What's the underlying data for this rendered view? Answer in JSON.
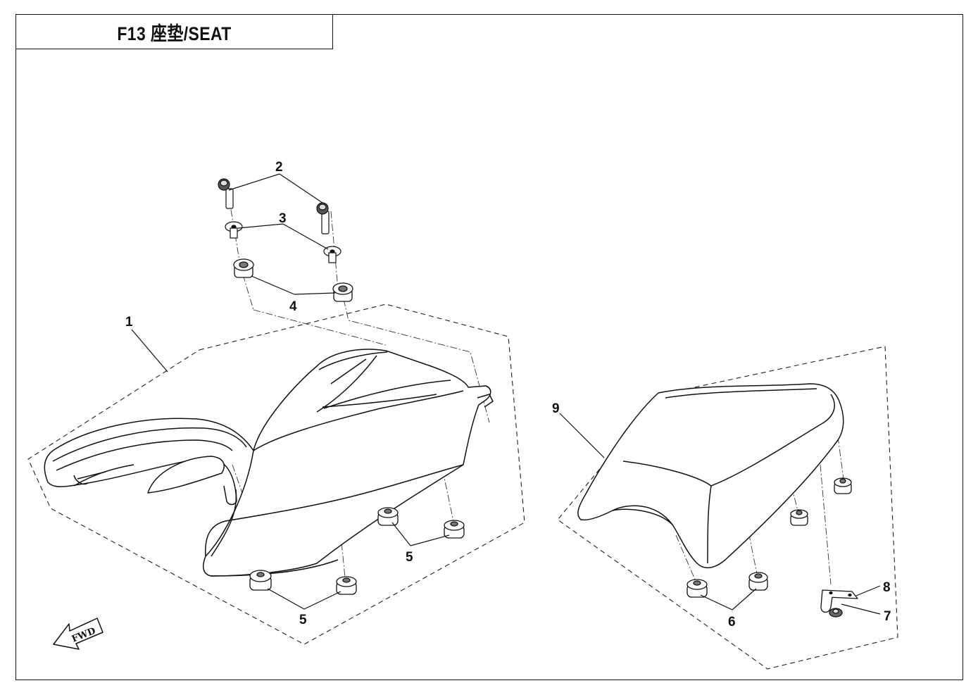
{
  "title": "F13  座垫/SEAT",
  "callouts": [
    {
      "label": "1"
    },
    {
      "label": "2"
    },
    {
      "label": "3"
    },
    {
      "label": "4"
    },
    {
      "label": "5"
    },
    {
      "label": "5"
    },
    {
      "label": "6"
    },
    {
      "label": "7"
    },
    {
      "label": "8"
    },
    {
      "label": "9"
    }
  ],
  "fwd_label": "FWD"
}
